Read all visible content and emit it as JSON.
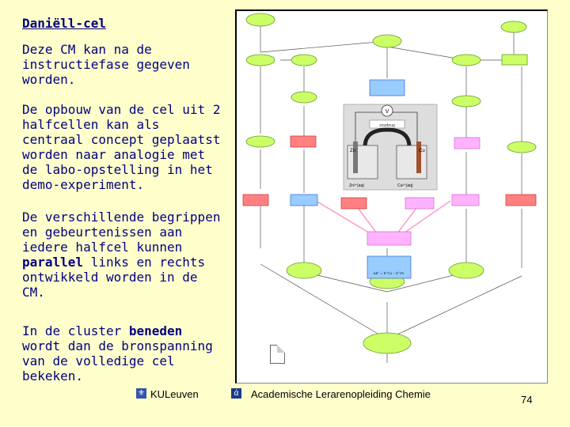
{
  "title": "Daniëll-cel",
  "paragraphs": {
    "p1": "Deze CM kan na de instructiefase gegeven worden.",
    "p2": "De opbouw van de cel uit 2 halfcellen kan als centraal concept geplaatst worden naar analogie met de labo-opstelling in het demo-experiment.",
    "p3_pre": "De verschillende begrippen en gebeurtenissen aan iedere halfcel kunnen ",
    "p3_bold": "parallel",
    "p3_post": " links en rechts ontwikkeld worden in de CM.",
    "p4_pre": "In de cluster ",
    "p4_bold": "beneden",
    "p4_post": " wordt dan de bronspanning van de volledige cel bekeken."
  },
  "diagram": {
    "voltmeter_label": "V",
    "meter_label": "zoutbrug",
    "zn_label": "Zn",
    "cu_label": "Cu",
    "zn_ion_label": "Zn²⁺(aq)",
    "cu_ion_label": "Cu²⁺(aq)",
    "formula_label": "ΔE° = E°Cu − E°Zn",
    "colors": {
      "green_node": "#CCFF66",
      "green_border": "#669933",
      "red_node": "#FF8080",
      "blue_node": "#99CCFF",
      "pink_node": "#FFB3FF",
      "gray_box": "#DDDDDD"
    }
  },
  "footer": {
    "kuleuven": "KULeuven",
    "alc": "Academische Lerarenopleiding Chemie",
    "page": "74"
  }
}
